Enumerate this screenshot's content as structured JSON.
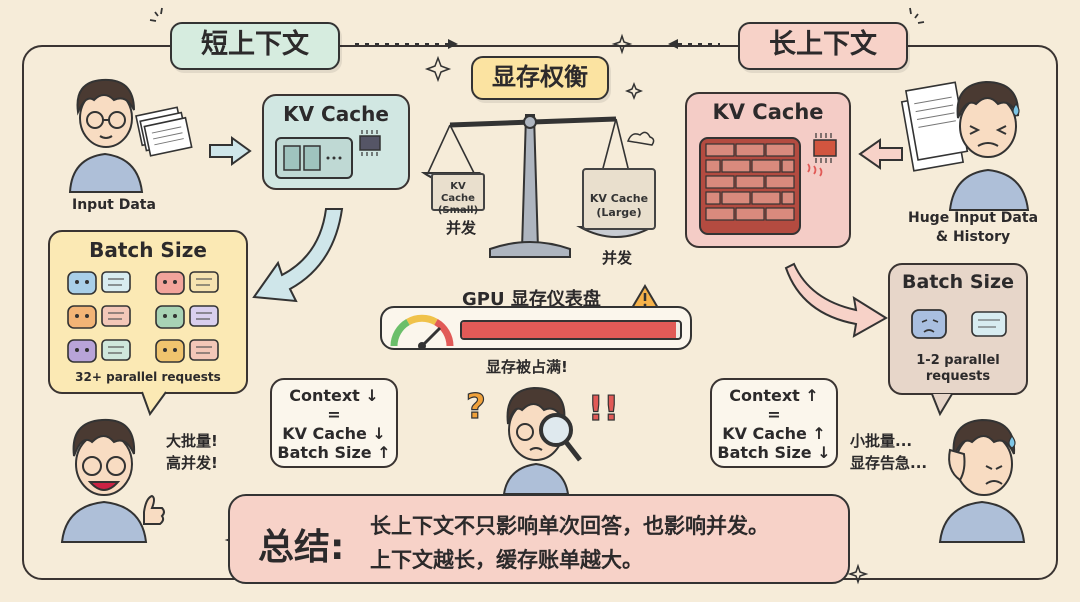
{
  "titles": {
    "short_context": "短上下文",
    "long_context": "长上下文",
    "balance": "显存权衡"
  },
  "left": {
    "kv_cache": "KV Cache",
    "input_caption": "Input Data",
    "batch_title": "Batch Size",
    "batch_caption": "32+ parallel requests",
    "person_speech": [
      "大批量!",
      "高并发!"
    ],
    "context_lines": [
      "Context ↓",
      "=",
      "KV Cache ↓",
      "Batch Size ↑"
    ]
  },
  "right": {
    "kv_cache": "KV Cache",
    "input_caption": [
      "Huge Input Data",
      "& History"
    ],
    "batch_title": "Batch Size",
    "batch_caption": [
      "1-2 parallel",
      "requests"
    ],
    "person_speech": [
      "小批量...",
      "显存告急..."
    ],
    "context_lines": [
      "Context ↑",
      "=",
      "KV Cache ↑",
      "Batch Size ↓"
    ]
  },
  "scale": {
    "left_box": [
      "KV Cache",
      "(Small)"
    ],
    "left_label": "并发",
    "right_box": [
      "KV Cache",
      "(Large)"
    ],
    "right_label": "并发"
  },
  "gauge": {
    "title": "GPU 显存仪表盘",
    "caption": "显存被占满!",
    "fill_fraction": 0.98
  },
  "summary": {
    "head": "总结:",
    "line1": "长上下文不只影响单次回答，也影响并发。",
    "line2": "上下文越长，缓存账单越大。"
  },
  "colors": {
    "background": "#f6ecd9",
    "short_tag": "#d6ecdf",
    "long_tag": "#f7d2c8",
    "balance_tag": "#fbe3a1",
    "gauge_fill": "#e15a57"
  }
}
